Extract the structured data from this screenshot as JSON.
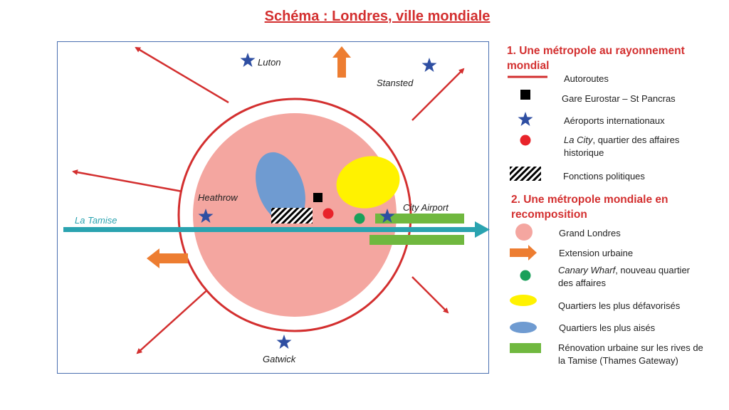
{
  "title": "Schéma : Londres, ville mondiale",
  "map": {
    "labels": {
      "luton": "Luton",
      "stansted": "Stansted",
      "heathrow": "Heathrow",
      "city_airport": "City Airport",
      "gatwick": "Gatwick",
      "thames": "La Tamise"
    }
  },
  "legend": {
    "section1": "1. Une métropole au rayonnement mondial",
    "autoroutes": "Autoroutes",
    "eurostar": "Gare Eurostar – St Pancras",
    "airports": "Aéroports internationaux",
    "city_name": "La City",
    "city_rest": ", quartier des affaires historique",
    "political": "Fonctions politiques",
    "section2": "2. Une métropole mondiale en recomposition",
    "grand_londres": "Grand Londres",
    "extension": "Extension urbaine",
    "canary_name": "Canary Wharf",
    "canary_rest": ", nouveau quartier des affaires",
    "poor": "Quartiers les plus défavorisés",
    "rich": "Quartiers les plus aisés",
    "renovation": "Rénovation urbaine sur les rives de la Tamise (Thames Gateway)"
  },
  "colors": {
    "red": "#d32f2f",
    "pink": "#f4a6a0",
    "orange": "#ed7d31",
    "blue_star": "#2e4ea2",
    "green_dot": "#1aa05a",
    "yellow": "#fff200",
    "light_blue": "#6f9bd1",
    "green_bar": "#70b83f",
    "river": "#2aa3b0"
  }
}
